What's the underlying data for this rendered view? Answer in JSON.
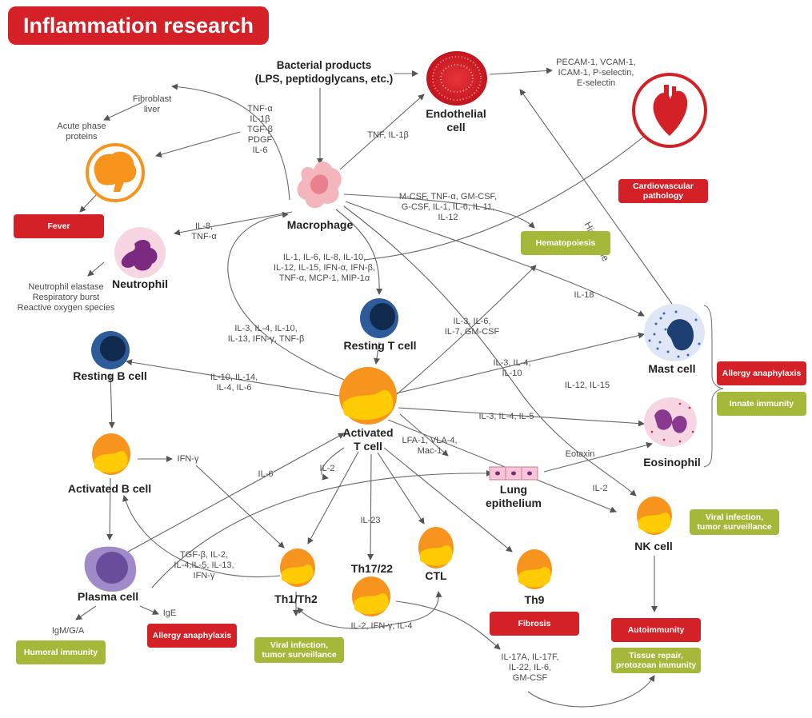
{
  "title": "Inflammation research",
  "bacterial_products": "Bacterial products\n(LPS, peptidoglycans, etc.)",
  "cells": {
    "endothelial": "Endothelial\ncell",
    "macrophage": "Macrophage",
    "neutrophil": "Neutrophil",
    "resting_t": "Resting T cell",
    "resting_b": "Resting B cell",
    "activated_t": "Activated\nT cell",
    "activated_b": "Activated B cell",
    "mast": "Mast cell",
    "eosinophil": "Eosinophil",
    "lung": "Lung\nepithelium",
    "nk": "NK cell",
    "plasma": "Plasma cell",
    "th1th2": "Th1/Th2",
    "th1722": "Th17/22",
    "ctl": "CTL",
    "th9": "Th9"
  },
  "labels": {
    "fibroblast": "Fibroblast\nliver",
    "acute_phase": "Acute phase\nproteins",
    "mac_cytokines": "TNF-α\nIL-1β\nTGF-β\nPDGF\nIL-6",
    "tnf_il1b": "TNF, IL-1β",
    "adhesion": "PECAM-1, VCAM-1,\nICAM-1, P-selectin,\nE-selectin",
    "mcsf": "M-CSF, TNF-α, GM-CSF,\nG-CSF, IL-1, IL-6, IL-11,\nIL-12",
    "il8": "IL-8,\nTNF-α",
    "neut_out": "Neutrophil elastase\nRespiratory burst\nReactive oxygen species",
    "il1_list": "IL-1, IL-6, IL-8, IL-10,\nIL-12, IL-15, IFN-α, IFN-β,\nTNF-α, MCP-1, MIP-1α",
    "il18": "IL-18",
    "t_to_mac": "IL-3, IL-4, IL-10,\nIL-13, IFN-γ, TNF-β",
    "il3_il6": "IL-3, IL-6,\nIL-7, GM-CSF",
    "il3_il4_il10": "IL-3, IL-4,\nIL-10",
    "il10_il14": "IL-10, IL-14,\nIL-4, IL-6",
    "il12_il15": "IL-12, IL-15",
    "il3_il4_il5": "IL-3, IL-4, IL-5",
    "lfa": "LFA-1, VLA-4,\nMac-1",
    "eotaxin": "Eotaxin",
    "il2_nk": "IL-2",
    "ifng": "IFN-γ",
    "il6": "IL-6",
    "il2_self": "IL-2",
    "tgf": "TGF-β, IL-2,\nIL-4,IL-5, IL-13,\nIFN-γ",
    "il23": "IL-23",
    "il2_ifng_il4": "IL-2, IFN-γ, IL-4",
    "il17": "IL-17A, IL-17F,\nIL-22, IL-6,\nGM-CSF",
    "igm": "IgM/G/A",
    "ige": "IgE",
    "histamine": "Histamine"
  },
  "tags": {
    "fever": "Fever",
    "cardio": "Cardiovascular\npathology",
    "hemato": "Hematopoiesis",
    "allergy_right": "Allergy anaphylaxis",
    "innate": "Innate immunity",
    "viral_nk": "Viral infection,\ntumor surveillance",
    "autoimmunity": "Autoimmunity",
    "tissue": "Tissue repair,\nprotozoan immunity",
    "fibrosis": "Fibrosis",
    "viral_th": "Viral infection,\ntumor surveillance",
    "allergy_left": "Allergy anaphylaxis",
    "humoral": "Humoral immunity"
  },
  "colors": {
    "red": "#d42027",
    "green": "#a6b83a",
    "orange": "#f7941d",
    "yellow": "#ffcb05",
    "blue": "#2e5c9a",
    "purple": "#7b5ea7"
  }
}
